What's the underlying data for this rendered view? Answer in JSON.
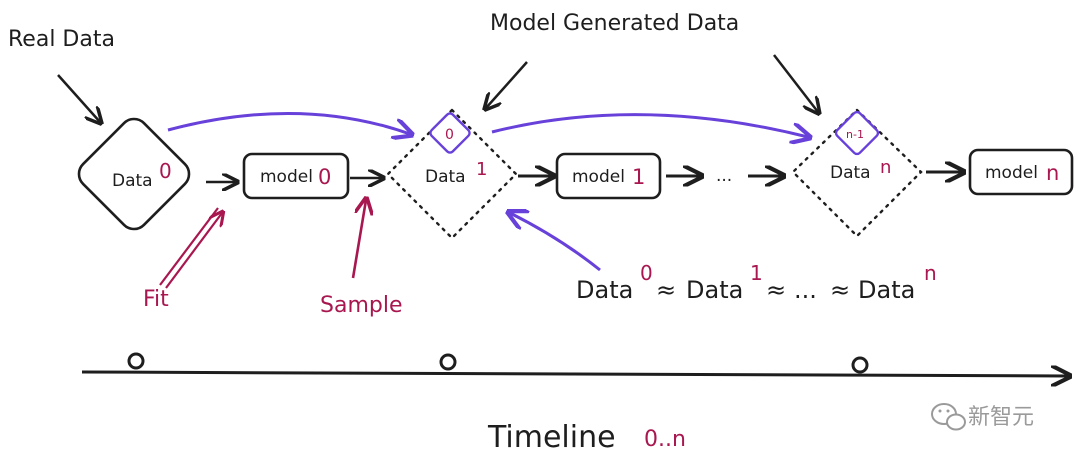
{
  "labels": {
    "real_data": "Real Data",
    "model_generated_data": "Model Generated Data",
    "fit": "Fit",
    "sample": "Sample",
    "timeline": "Timeline",
    "timeline_range": "0..n",
    "watermark": "新智元"
  },
  "nodes": {
    "data0": {
      "name": "Data",
      "sup": "0"
    },
    "model0": {
      "name": "model",
      "idx": "0"
    },
    "data1": {
      "name": "Data",
      "sup": "1",
      "badge": "0"
    },
    "model1": {
      "name": "model",
      "idx": "1"
    },
    "ellipsis": "...",
    "datan": {
      "name": "Data",
      "sup": "n",
      "badge": "n-1"
    },
    "modeln": {
      "name": "model",
      "idx": "n"
    }
  },
  "equation": {
    "t1": "Data",
    "s1": "0",
    "approx1": "≈",
    "t2": "Data",
    "s2": "1",
    "approx2": "≈",
    "ellipsis": "...",
    "approx3": "≈",
    "t3": "Data",
    "s3": "n"
  },
  "colors": {
    "ink": "#1e1e1e",
    "accent_purple": "#6741d9",
    "accent_red": "#a8174f"
  },
  "icons": [
    "wechat-icon"
  ]
}
